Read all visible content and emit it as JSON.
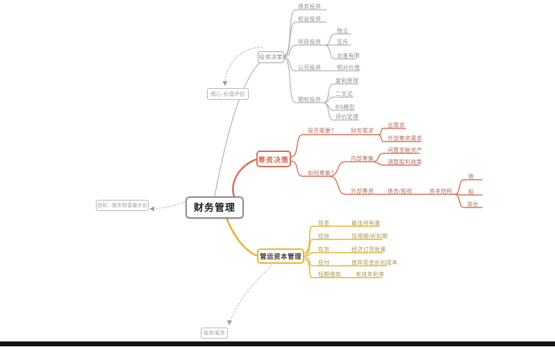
{
  "root": {
    "label": "财务管理"
  },
  "notes": {
    "goal": "目标：股东财富最大化",
    "core_value": "核心-价值评估",
    "invest_finance": "投资/筹资"
  },
  "investment": {
    "label": "投资决策",
    "children": {
      "debt": "债务投资",
      "equity": "权益投资",
      "project": "项目投资",
      "project_items": [
        "独立",
        "互斥",
        "总量有限"
      ],
      "company": "公司投资",
      "company_item": "相对价值",
      "option": "期权投资",
      "option_items": [
        "复制原理",
        "二叉式",
        "BS模型",
        "评价定理"
      ]
    }
  },
  "financing": {
    "label": "筹资决策",
    "need_question": "是否需要?",
    "financial_need": "财务需求",
    "need_items": [
      "总需求",
      "外部筹资需求"
    ],
    "how_question": "如何筹集?",
    "internal": "内部筹集",
    "internal_items": [
      "闲置金融资产",
      "调整股利政策"
    ],
    "external": "外部筹资",
    "debt_equity": "债务/股权",
    "capital_structure": "资本结构",
    "structure_items": [
      "债",
      "股",
      "混合"
    ]
  },
  "working_capital": {
    "label": "营运资本管理",
    "rows": [
      {
        "item": "现金",
        "point": "最佳持有量"
      },
      {
        "item": "应收",
        "point": "信用期/折扣期"
      },
      {
        "item": "存货",
        "point": "经济订货批量"
      },
      {
        "item": "应付",
        "point": "放弃现金折扣成本"
      },
      {
        "item": "短期借款",
        "point": "有效年利率"
      }
    ]
  },
  "colors": {
    "investment_branch": "#b0b0b0",
    "financing_branch": "#dd7058",
    "working_capital_branch": "#e9b32a",
    "note_arrow": "#9a9a9a"
  }
}
